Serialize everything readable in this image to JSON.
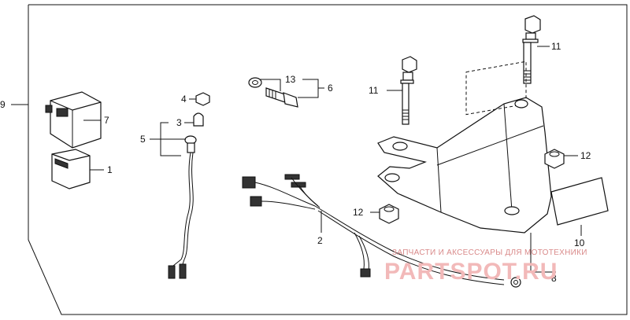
{
  "callouts": {
    "c1": "1",
    "c2": "2",
    "c3": "3",
    "c4": "4",
    "c5": "5",
    "c6": "6",
    "c7": "7",
    "c8": "8",
    "c9": "9",
    "c10": "10",
    "c11a": "11",
    "c11b": "11",
    "c12a": "12",
    "c12b": "12",
    "c13": "13"
  },
  "watermark": {
    "tagline": "ЗАПЧАСТИ И АКСЕССУАРЫ ДЛЯ МОТОТЕХНИКИ",
    "brand": "PARTSPOT.RU"
  }
}
